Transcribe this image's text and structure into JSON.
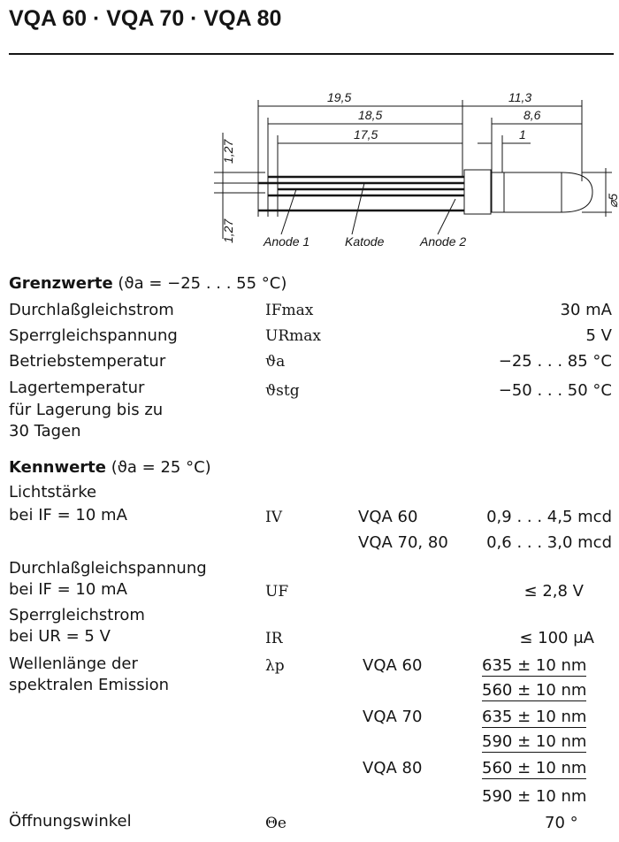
{
  "header": {
    "title": "VQA 60 · VQA 70 · VQA 80"
  },
  "drawing": {
    "dims": [
      "19,5",
      "11,3",
      "18,5",
      "8,6",
      "17,5",
      "1",
      "1,27",
      "1,27",
      "⌀5"
    ],
    "labels": [
      "Anode 1",
      "Katode",
      "Anode 2"
    ]
  },
  "grenzwerte": {
    "title": "Grenzwerte",
    "condition": "(ϑa = −25 . . . 55 °C)",
    "rows": [
      {
        "param": [
          "Durchlaßgleichstrom"
        ],
        "symbol": "IFmax",
        "value": "30 mA"
      },
      {
        "param": [
          "Sperrgleichspannung"
        ],
        "symbol": "URmax",
        "value": "5 V"
      },
      {
        "param": [
          "Betriebstemperatur"
        ],
        "symbol": "ϑa",
        "value": "−25 . . . 85 °C"
      },
      {
        "param": [
          "Lagertemperatur",
          "für Lagerung bis zu",
          "30 Tagen"
        ],
        "symbol": "ϑstg",
        "value": "−50 . . . 50 °C"
      }
    ]
  },
  "kennwerte": {
    "title": "Kennwerte",
    "condition": "(ϑa = 25 °C)",
    "lichtstaerke": {
      "param": [
        "Lichtstärke",
        "bei IF = 10 mA"
      ],
      "symbol": "IV",
      "rows": [
        {
          "type": "VQA 60",
          "value": "0,9 . . . 4,5 mcd"
        },
        {
          "type": "VQA 70, 80",
          "value": "0,6 . . . 3,0 mcd"
        }
      ]
    },
    "durchlass": {
      "param": [
        "Durchlaßgleichspannung",
        "bei IF = 10 mA"
      ],
      "symbol": "UF",
      "value": "≤ 2,8 V"
    },
    "sperrstrom": {
      "param": [
        "Sperrgleichstrom",
        "bei UR = 5 V"
      ],
      "symbol": "IR",
      "value": "≤ 100 μA"
    },
    "wellenlaenge": {
      "param": [
        "Wellenlänge der",
        "spektralen Emission"
      ],
      "symbol": "λp",
      "rows": [
        {
          "type": "VQA 60",
          "v1": "635 ± 10 nm",
          "v2": "560 ± 10 nm"
        },
        {
          "type": "VQA 70",
          "v1": "635 ± 10 nm",
          "v2": "590 ± 10 nm"
        },
        {
          "type": "VQA 80",
          "v1": "560 ± 10 nm",
          "v2": "590 ± 10 nm"
        }
      ]
    },
    "oeffnung": {
      "param": [
        "Öffnungswinkel"
      ],
      "symbol": "Θe",
      "value": "70 °"
    }
  }
}
